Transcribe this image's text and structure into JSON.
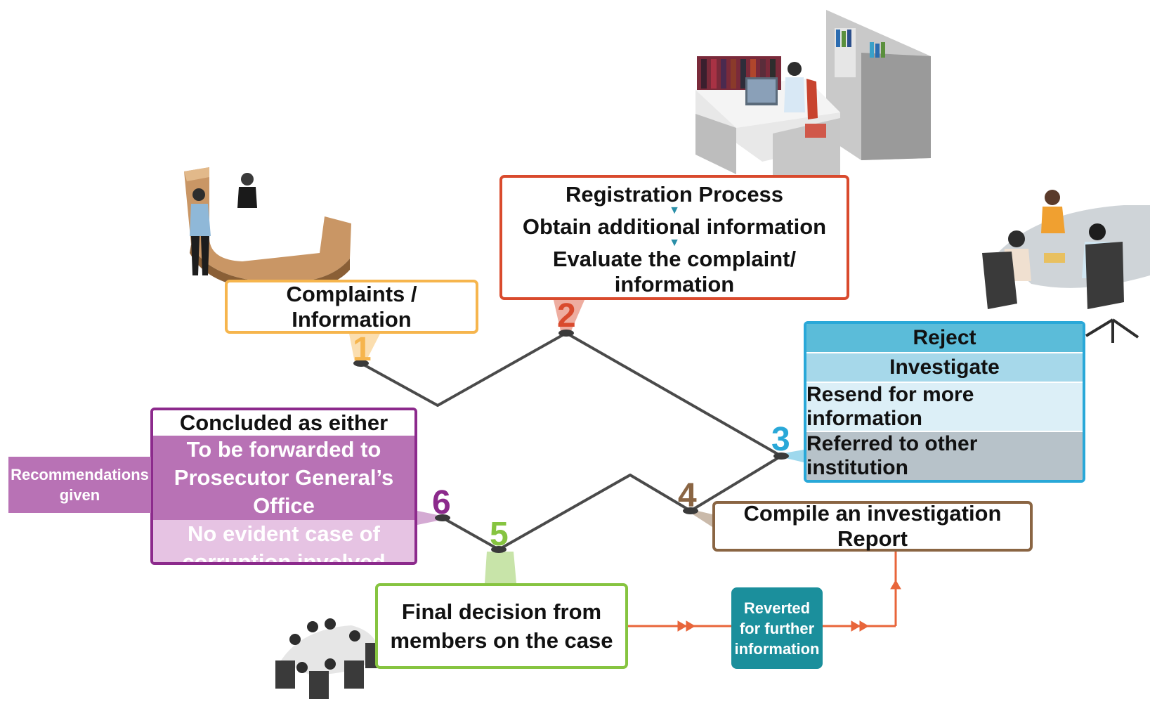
{
  "colors": {
    "step1": "#f6b54d",
    "step2": "#d94a2d",
    "step3": "#29a8d8",
    "step4": "#8a6543",
    "step5": "#86c440",
    "step6": "#8c2a8c",
    "path_line": "#4a4a4a",
    "flow_arrow": "#e8653a",
    "reverted_fill": "#1b8f9c",
    "recommendations_fill": "#b872b5"
  },
  "icons": {
    "step1": "reception-desk-illustration",
    "step2": "office-worker-illustration",
    "step3": "meeting-table-illustration",
    "step5": "board-meeting-illustration"
  },
  "steps": {
    "s1": {
      "number": "1",
      "label": "Complaints / Information"
    },
    "s2": {
      "number": "2",
      "lines": [
        "Registration Process",
        "Obtain additional information",
        "Evaluate the complaint/ information"
      ]
    },
    "s3": {
      "number": "3",
      "options": [
        "Reject",
        "Investigate",
        "Resend for more information",
        "Referred to other institution"
      ]
    },
    "s4": {
      "number": "4",
      "label": "Compile an investigation Report"
    },
    "s5": {
      "number": "5",
      "line1": "Final decision from",
      "line2": "members on the case"
    },
    "s6": {
      "number": "6",
      "heading": "Concluded as either",
      "option1_line1": "To be forwarded to",
      "option1_line2": "Prosecutor General’s Office",
      "option2_line1": "No evident case of",
      "option2_line2": "corruption involved"
    }
  },
  "side_notes": {
    "recommendations_line1": "Recommendations",
    "recommendations_line2": "given",
    "reverted_line1": "Reverted",
    "reverted_line2": "for further",
    "reverted_line3": "information"
  }
}
